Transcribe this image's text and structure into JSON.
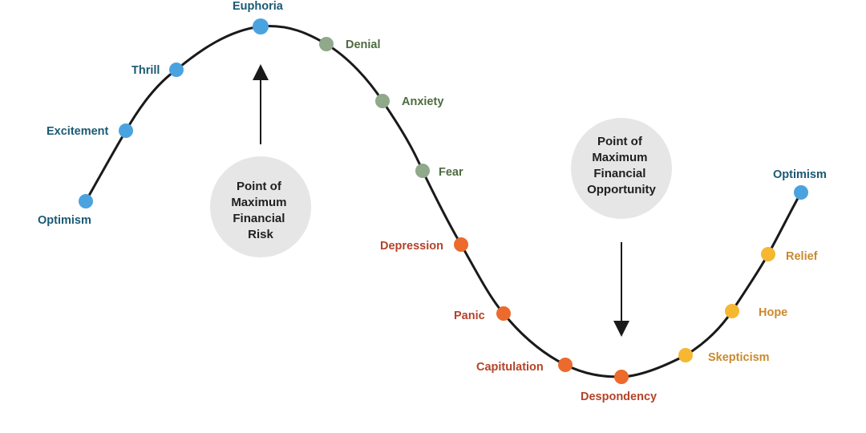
{
  "colors": {
    "blue_dot": "#4aa3df",
    "blue_text": "#1b5a73",
    "green_dot": "#8fa98a",
    "green_text": "#4d6b3f",
    "orange_dot": "#ec6a2c",
    "orange_text": "#b3432a",
    "yellow_dot": "#f6b731",
    "yellow_text": "#c98a2e",
    "curve": "#1a1a1a",
    "circle_fill": "#e6e6e6"
  },
  "stages": [
    {
      "label": "Optimism",
      "group": "blue"
    },
    {
      "label": "Excitement",
      "group": "blue"
    },
    {
      "label": "Thrill",
      "group": "blue"
    },
    {
      "label": "Euphoria",
      "group": "blue"
    },
    {
      "label": "Denial",
      "group": "green"
    },
    {
      "label": "Anxiety",
      "group": "green"
    },
    {
      "label": "Fear",
      "group": "green"
    },
    {
      "label": "Depression",
      "group": "orange"
    },
    {
      "label": "Panic",
      "group": "orange"
    },
    {
      "label": "Capitulation",
      "group": "orange"
    },
    {
      "label": "Despondency",
      "group": "orange"
    },
    {
      "label": "Skepticism",
      "group": "yellow"
    },
    {
      "label": "Hope",
      "group": "yellow"
    },
    {
      "label": "Relief",
      "group": "yellow"
    },
    {
      "label": "Optimism",
      "group": "blue"
    }
  ],
  "callouts": {
    "risk": {
      "lines": [
        "Point of",
        "Maximum",
        "Financial",
        "Risk"
      ]
    },
    "opportunity": {
      "lines": [
        "Point of",
        "Maximum",
        "Financial",
        "Opportunity"
      ]
    }
  }
}
